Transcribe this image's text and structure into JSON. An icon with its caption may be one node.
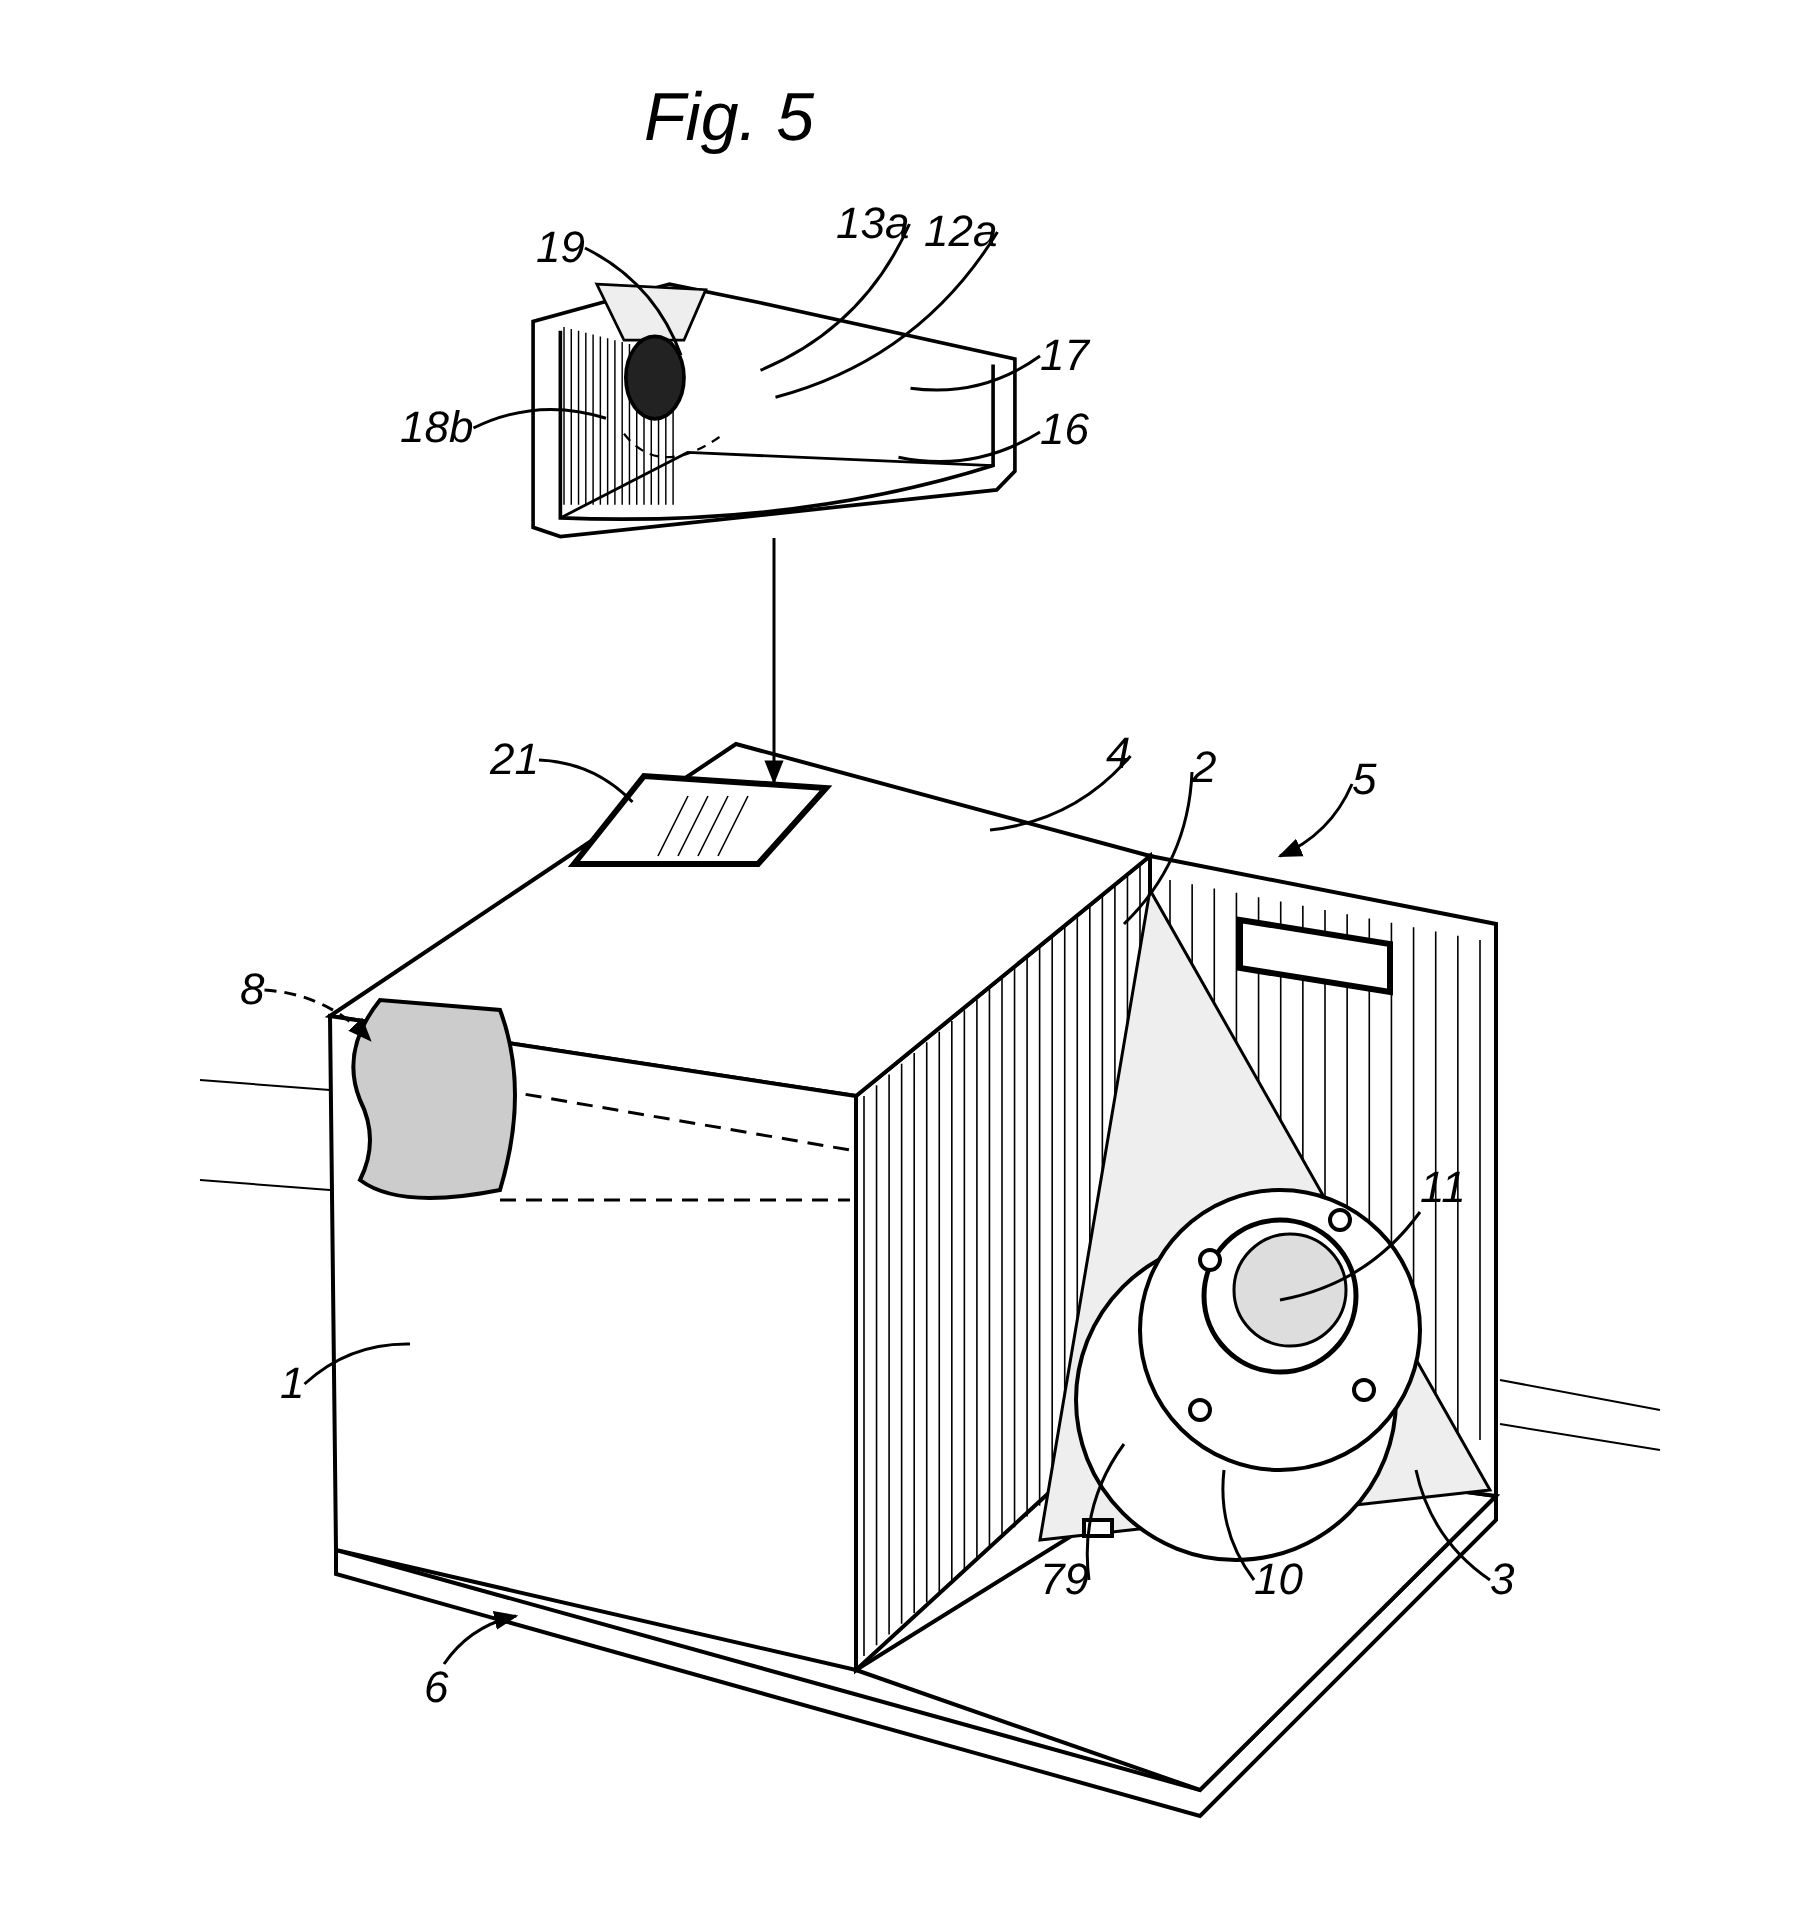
{
  "diagram": {
    "title": "Fig. 5",
    "nodes": [
      {
        "text": [
          "19"
        ]
      },
      {
        "text": [
          "13a"
        ]
      },
      {
        "text": [
          "12a"
        ]
      },
      {
        "text": [
          "17"
        ]
      },
      {
        "text": [
          "18b"
        ]
      },
      {
        "text": [
          "16"
        ]
      },
      {
        "text": [
          "21"
        ]
      },
      {
        "text": [
          "4"
        ]
      },
      {
        "text": [
          "2"
        ]
      },
      {
        "text": [
          "5"
        ]
      },
      {
        "text": [
          "8"
        ]
      },
      {
        "text": [
          "11"
        ]
      },
      {
        "text": [
          "1"
        ]
      },
      {
        "text": [
          "79"
        ]
      },
      {
        "text": [
          "10"
        ]
      },
      {
        "text": [
          "3"
        ]
      },
      {
        "text": [
          "6"
        ]
      },
      {
        "text": [],
        "shape": "picture"
      },
      {
        "text": [],
        "shape": "box"
      }
    ],
    "edges": [
      {
        "from": 0,
        "to": 17,
        "arrow": "none"
      },
      {
        "from": 1,
        "to": 17,
        "arrow": "none"
      },
      {
        "from": 2,
        "to": 17,
        "arrow": "none"
      },
      {
        "from": 3,
        "to": 17,
        "arrow": "none"
      },
      {
        "from": 4,
        "to": 17,
        "arrow": "none"
      },
      {
        "from": 5,
        "to": 17,
        "arrow": "none"
      },
      {
        "from": 6,
        "to": 18,
        "arrow": "none"
      },
      {
        "from": 7,
        "to": null,
        "arrow": "none"
      },
      {
        "from": 8,
        "to": null,
        "arrow": "none"
      },
      {
        "from": 9,
        "to": null,
        "arrow": "to"
      },
      {
        "from": 10,
        "to": null,
        "arrow": "to",
        "style": "dashed"
      },
      {
        "from": 11,
        "to": null,
        "arrow": "none"
      },
      {
        "from": 12,
        "to": null,
        "arrow": "none"
      },
      {
        "from": 13,
        "to": null,
        "arrow": "none"
      },
      {
        "from": 14,
        "to": null,
        "arrow": "none"
      },
      {
        "from": 15,
        "to": null,
        "arrow": "none"
      },
      {
        "from": 16,
        "to": null,
        "arrow": "to"
      },
      {
        "from": 17,
        "to": 18,
        "arrow": "to"
      }
    ]
  }
}
